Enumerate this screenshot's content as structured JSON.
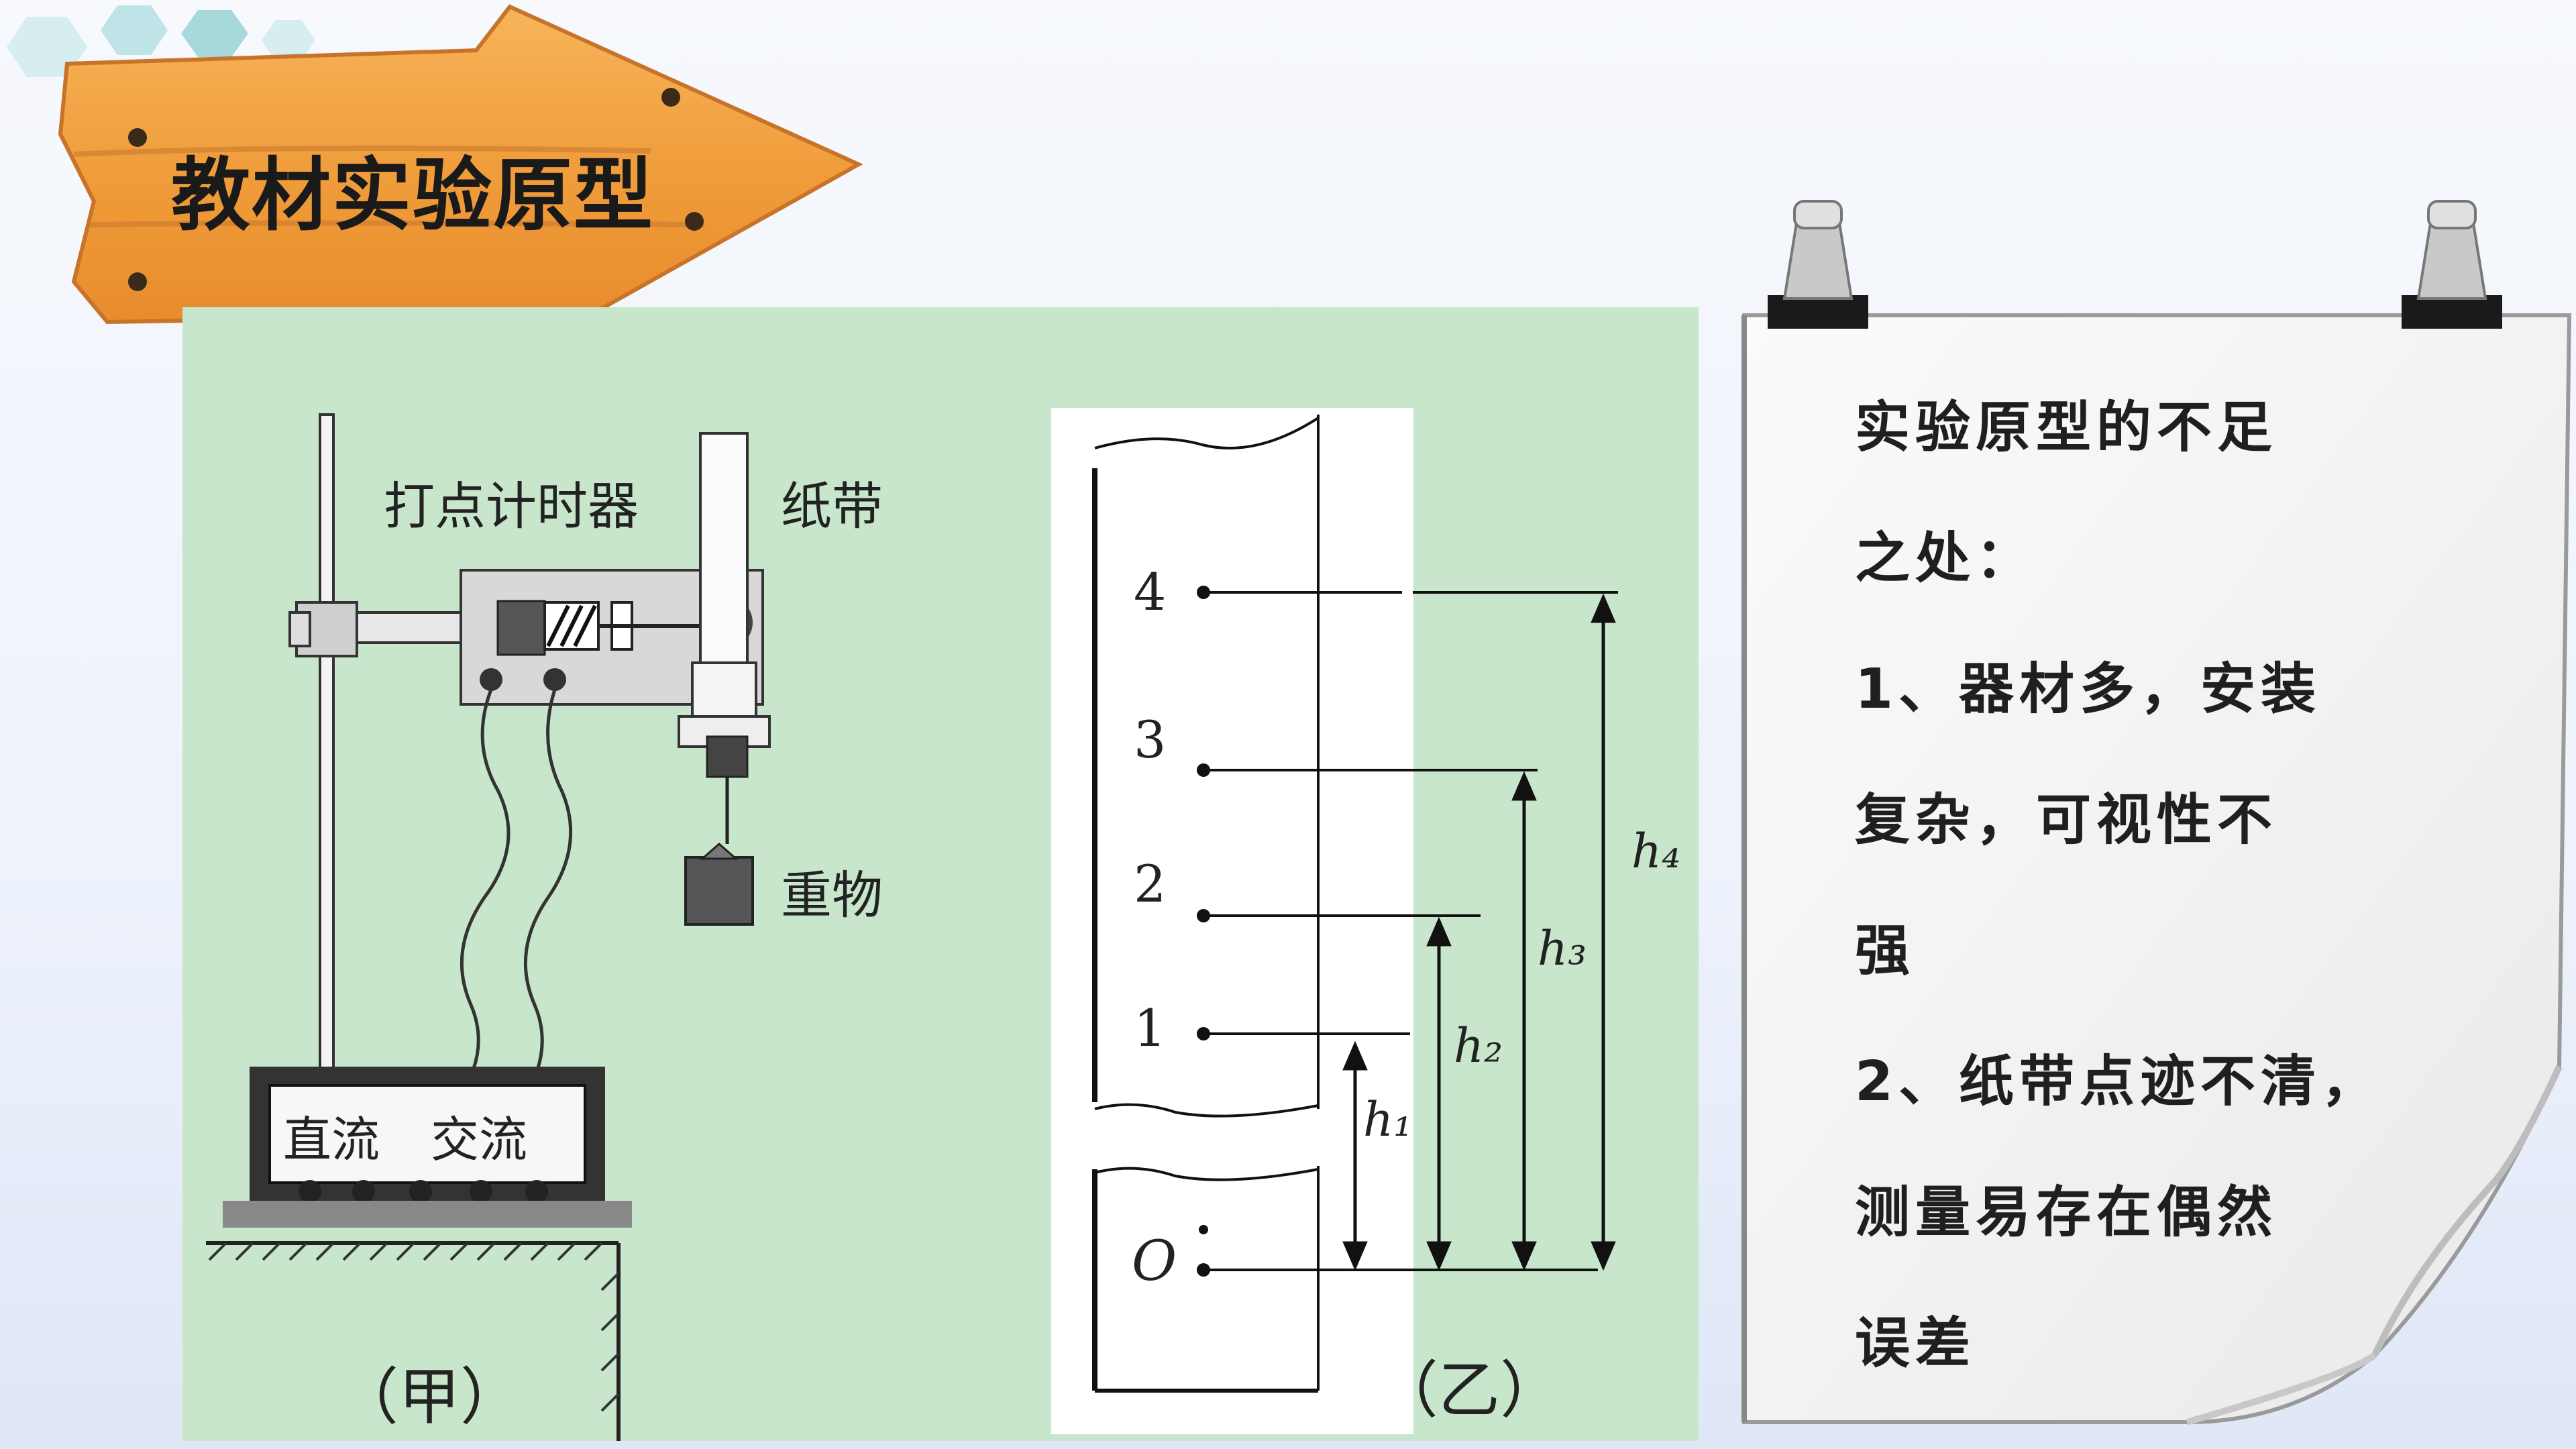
{
  "slide": {
    "title": "教材实验原型",
    "colors": {
      "sign_orange": "#f0a040",
      "panel_green": "#c8e6cc",
      "paper": "#f6f6f6"
    }
  },
  "figure_a": {
    "timer_label": "打点计时器",
    "tape_label": "纸带",
    "weight_label": "重物",
    "dc_label": "直流",
    "ac_label": "交流",
    "caption": "（甲）"
  },
  "figure_b": {
    "points": [
      "4",
      "3",
      "2",
      "1",
      "O"
    ],
    "heights": [
      "h₁",
      "h₂",
      "h₃",
      "h₄"
    ],
    "caption": "（乙）"
  },
  "note": {
    "lines": [
      "实验原型的不足",
      "之处：",
      "1、器材多，安装",
      "复杂，可视性不",
      "强",
      "2、纸带点迹不清，",
      "测量易存在偶然",
      "误差"
    ]
  }
}
